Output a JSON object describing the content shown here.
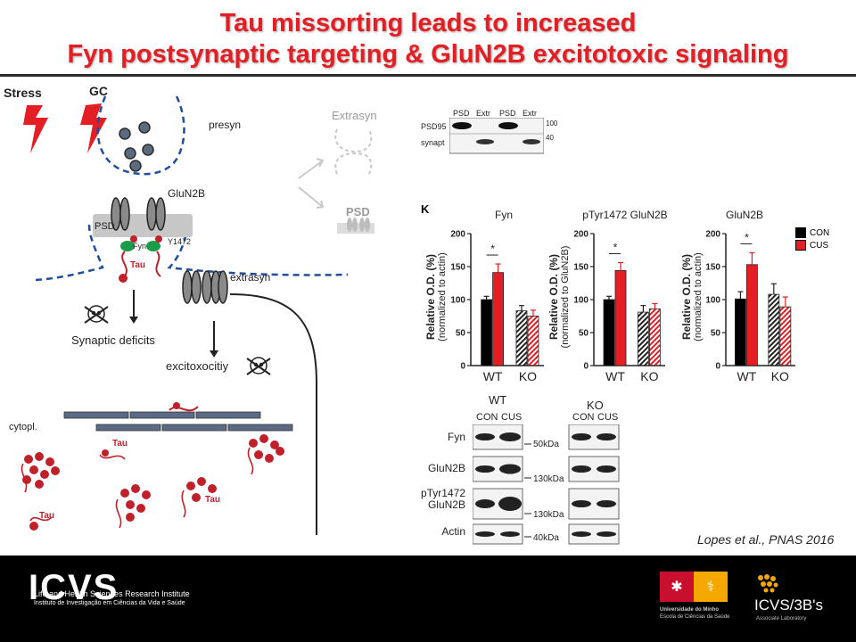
{
  "title": {
    "line1": "Tau missorting leads to increased",
    "line2": "Fyn postsynaptic targeting & GluN2B excitotoxic signaling"
  },
  "diagram": {
    "stress": "Stress",
    "gc": "GC",
    "presyn": "presyn",
    "glun2b": "GluN2B",
    "psd": "PSD",
    "fyn": "Fyn",
    "y1472": "Y1472",
    "tau": "Tau",
    "extrasyn": "extrasyn",
    "synaptic_deficits": "Synaptic deficits",
    "excitoxocitiy": "excitoxocitiy",
    "cytopl": "cytopl."
  },
  "inset": {
    "extrasyn": "Extrasyn",
    "psd": "PSD",
    "blot_cols": [
      "PSD",
      "Extr",
      "PSD",
      "Extr"
    ],
    "blot_rows": [
      "PSD95",
      "synapt"
    ],
    "markers": [
      "100",
      "40"
    ]
  },
  "panel": {
    "label": "K",
    "legend": [
      {
        "name": "CON",
        "color": "#000000"
      },
      {
        "name": "CUS",
        "color": "#e31e24"
      }
    ],
    "sig": "*",
    "ytick_labels": [
      "0",
      "50",
      "100",
      "150",
      "200"
    ]
  },
  "chart_data": [
    {
      "type": "bar",
      "title": "Fyn",
      "ylabel": "Relative O.D. (%)",
      "ylabel2": "(normalized to actin)",
      "categories": [
        "WT",
        "KO"
      ],
      "ylim": [
        0,
        200
      ],
      "series": [
        {
          "name": "CON",
          "values": [
            100,
            83
          ],
          "errors": [
            5,
            8
          ]
        },
        {
          "name": "CUS",
          "values": [
            141,
            75
          ],
          "errors": [
            13,
            9
          ]
        }
      ]
    },
    {
      "type": "bar",
      "title": "pTyr1472 GluN2B",
      "ylabel": "Relative O.D. (%)",
      "ylabel2": "(normalized to GluN2B)",
      "categories": [
        "WT",
        "KO"
      ],
      "ylim": [
        0,
        200
      ],
      "series": [
        {
          "name": "CON",
          "values": [
            100,
            81
          ],
          "errors": [
            5,
            10
          ]
        },
        {
          "name": "CUS",
          "values": [
            144,
            86
          ],
          "errors": [
            12,
            8
          ]
        }
      ]
    },
    {
      "type": "bar",
      "title": "GluN2B",
      "ylabel": "Relative O.D. (%)",
      "ylabel2": "(normalized to actin)",
      "categories": [
        "WT",
        "KO"
      ],
      "ylim": [
        0,
        200
      ],
      "series": [
        {
          "name": "CON",
          "values": [
            101,
            108
          ],
          "errors": [
            11,
            16
          ]
        },
        {
          "name": "CUS",
          "values": [
            153,
            89
          ],
          "errors": [
            18,
            15
          ]
        }
      ]
    }
  ],
  "western": {
    "groups": [
      "WT",
      "KO"
    ],
    "cols": [
      "CON",
      "CUS",
      "CON",
      "CUS"
    ],
    "rows": [
      "Fyn",
      "GluN2B",
      "pTyr1472\nGluN2B",
      "Actin"
    ],
    "kda": [
      "50kDa",
      "130kDa",
      "130kDa",
      "40kDa"
    ]
  },
  "citation": "Lopes et al., PNAS 2016",
  "footer": {
    "icvs": "ICVS",
    "line1": "Life and Health Sciences Research Institute",
    "line2": "Instituto de Investigação em Ciências da Vida e Saúde",
    "uminho1": "Universidade do Minho",
    "uminho2": "Escola de Ciências da Saúde",
    "icvs3bs": "ICVS/3B's",
    "assoc": "Associate Laboratory"
  }
}
